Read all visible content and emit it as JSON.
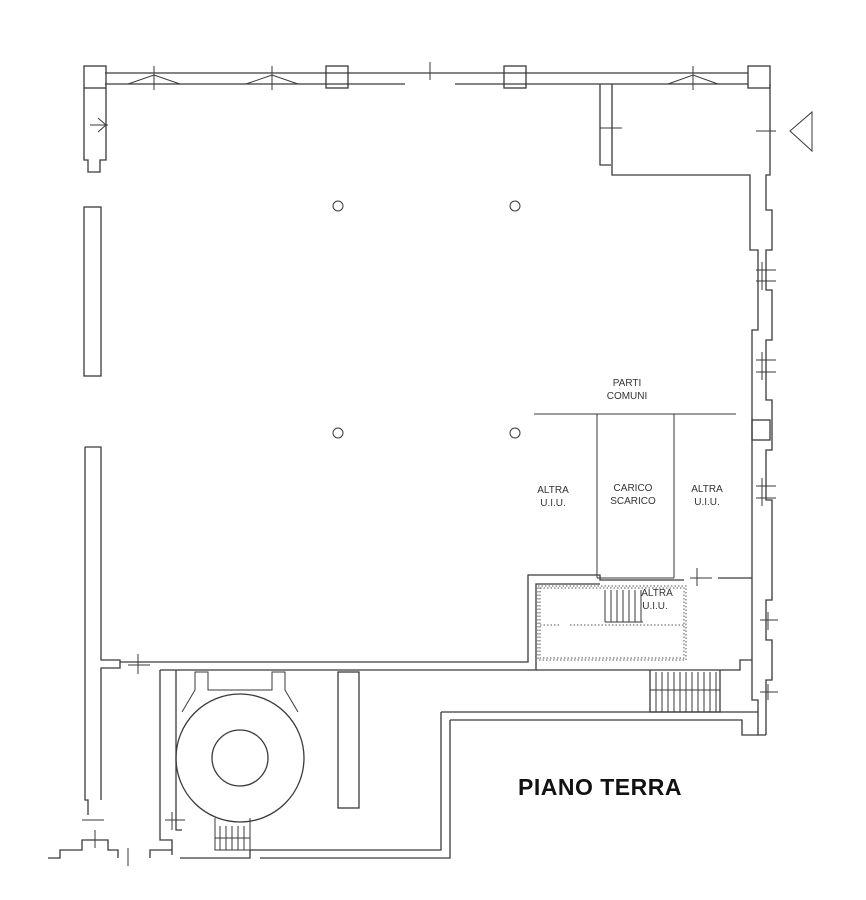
{
  "title": "PIANO TERRA",
  "labels": {
    "parti_comuni": [
      "PARTI",
      "COMUNI"
    ],
    "altra_uiu_left": [
      "ALTRA",
      "U.I.U."
    ],
    "carico_scarico": [
      "CARICO",
      "SCARICO"
    ],
    "altra_uiu_right": [
      "ALTRA",
      "U.I.U."
    ],
    "altra_uiu_stair": [
      "ALTRA",
      "U.I.U."
    ]
  }
}
